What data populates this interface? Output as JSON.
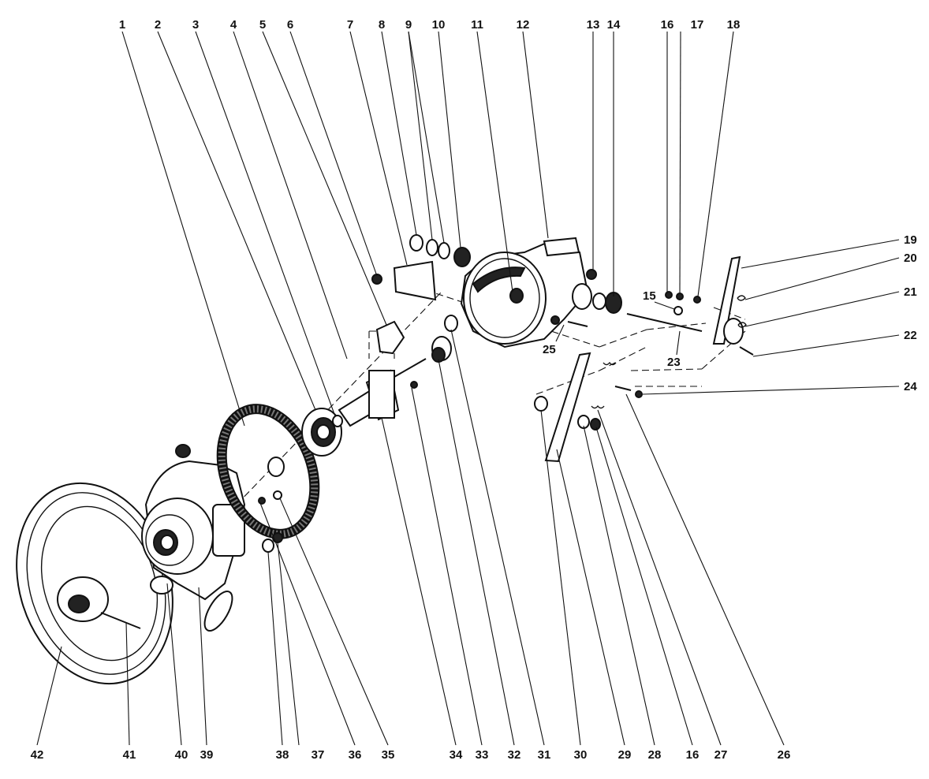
{
  "callouts": [
    {
      "id": "c1",
      "text": "1"
    },
    {
      "id": "c2",
      "text": "2"
    },
    {
      "id": "c3",
      "text": "3"
    },
    {
      "id": "c4",
      "text": "4"
    },
    {
      "id": "c5",
      "text": "5"
    },
    {
      "id": "c6",
      "text": "6"
    },
    {
      "id": "c7",
      "text": "7"
    },
    {
      "id": "c8",
      "text": "8"
    },
    {
      "id": "c9",
      "text": "9"
    },
    {
      "id": "c10",
      "text": "10"
    },
    {
      "id": "c11",
      "text": "11"
    },
    {
      "id": "c12",
      "text": "12"
    },
    {
      "id": "c13",
      "text": "13"
    },
    {
      "id": "c14",
      "text": "14"
    },
    {
      "id": "c16a",
      "text": "16"
    },
    {
      "id": "c17",
      "text": "17"
    },
    {
      "id": "c18",
      "text": "18"
    },
    {
      "id": "c19",
      "text": "19"
    },
    {
      "id": "c20",
      "text": "20"
    },
    {
      "id": "c21",
      "text": "21"
    },
    {
      "id": "c22",
      "text": "22"
    },
    {
      "id": "c24",
      "text": "24"
    },
    {
      "id": "c15",
      "text": "15"
    },
    {
      "id": "c23",
      "text": "23"
    },
    {
      "id": "c25",
      "text": "25"
    },
    {
      "id": "c42",
      "text": "42"
    },
    {
      "id": "c41",
      "text": "41"
    },
    {
      "id": "c40",
      "text": "40"
    },
    {
      "id": "c39",
      "text": "39"
    },
    {
      "id": "c38",
      "text": "38"
    },
    {
      "id": "c37",
      "text": "37"
    },
    {
      "id": "c36",
      "text": "36"
    },
    {
      "id": "c35",
      "text": "35"
    },
    {
      "id": "c34",
      "text": "34"
    },
    {
      "id": "c33",
      "text": "33"
    },
    {
      "id": "c32",
      "text": "32"
    },
    {
      "id": "c31",
      "text": "31"
    },
    {
      "id": "c30",
      "text": "30"
    },
    {
      "id": "c29",
      "text": "29"
    },
    {
      "id": "c28",
      "text": "28"
    },
    {
      "id": "c16b",
      "text": "16"
    },
    {
      "id": "c27",
      "text": "27"
    },
    {
      "id": "c26",
      "text": "26"
    }
  ]
}
